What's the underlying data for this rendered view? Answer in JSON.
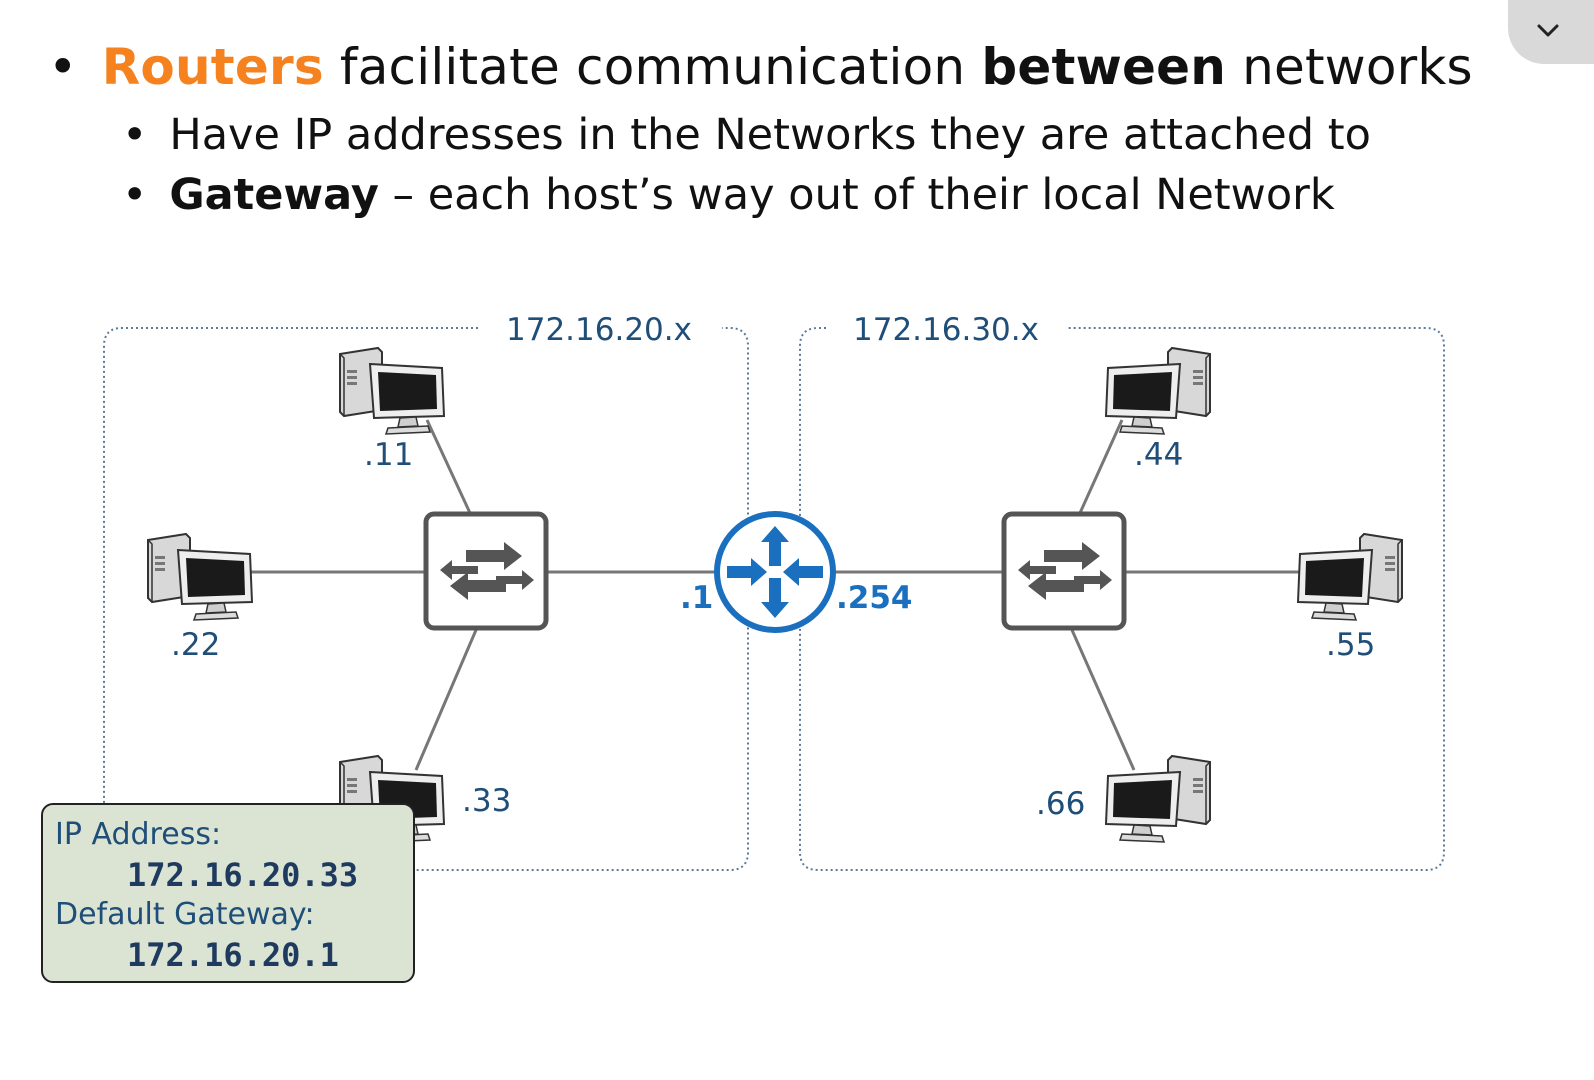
{
  "bullets": {
    "main": {
      "bullet": "•",
      "highlight": "Routers",
      "text_a": " facilitate communication ",
      "bold": "between",
      "text_b": " networks"
    },
    "sub1": {
      "bullet": "•",
      "text": "Have IP addresses in the Networks they are attached to"
    },
    "sub2": {
      "bullet": "•",
      "bold": "Gateway",
      "text": " – each host’s way out of their local Network"
    }
  },
  "diagram": {
    "left_network": {
      "label": "172.16.20.x",
      "hosts": [
        ".11",
        ".22",
        ".33"
      ],
      "router_interface": ".1"
    },
    "right_network": {
      "label": "172.16.30.x",
      "hosts": [
        ".44",
        ".55",
        ".66"
      ],
      "router_interface": ".254"
    }
  },
  "info_box": {
    "ip_label": "IP Address:",
    "ip_value": "172.16.20.33",
    "gateway_label": "Default Gateway:",
    "gateway_value": "172.16.20.1"
  },
  "colors": {
    "accent_orange": "#f5821f",
    "label_blue": "#1f4e79",
    "router_blue": "#1a6fbf",
    "info_box_bg": "#dbe4d3"
  }
}
